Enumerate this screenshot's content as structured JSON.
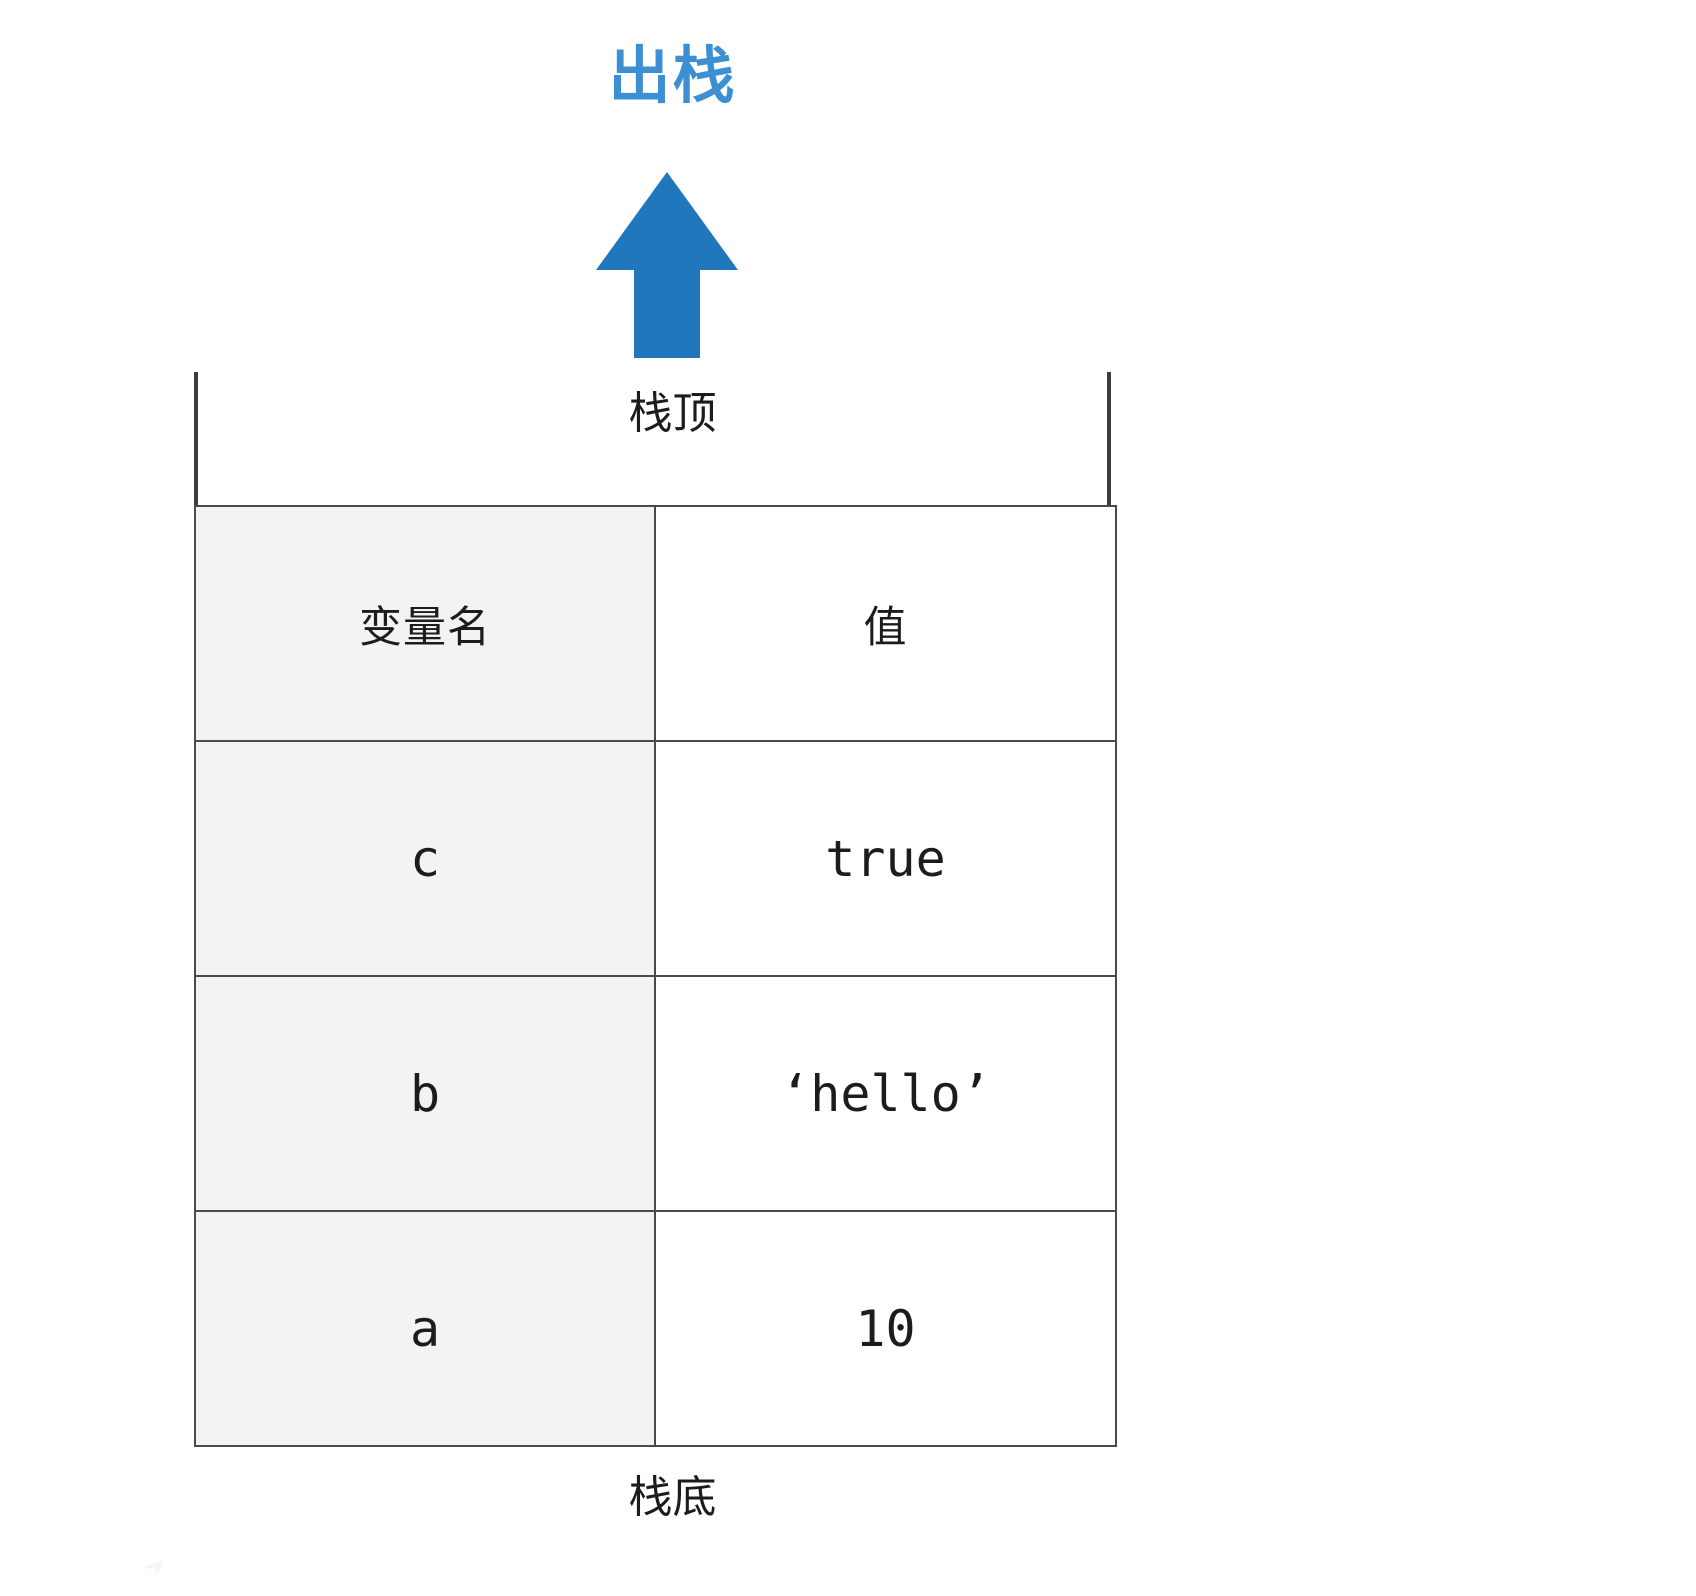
{
  "diagram": {
    "title_pop": "出栈",
    "label_stack_top": "栈顶",
    "label_stack_bottom": "栈底",
    "arrow": {
      "name": "up-arrow",
      "direction": "up",
      "color": "#2077bc"
    },
    "colors": {
      "accent_blue": "#3d8fd4",
      "arrow_blue": "#2077bc",
      "border": "#4a4a4a",
      "name_cell_bg": "#f3f3f4",
      "value_cell_bg": "#ffffff",
      "text": "#1c1c1c",
      "background": "#ffffff"
    },
    "table": {
      "headers": [
        "变量名",
        "值"
      ],
      "rows": [
        {
          "name": "c",
          "value": "true"
        },
        {
          "name": "b",
          "value": "‘hello’"
        },
        {
          "name": "a",
          "value": "10"
        }
      ]
    }
  }
}
